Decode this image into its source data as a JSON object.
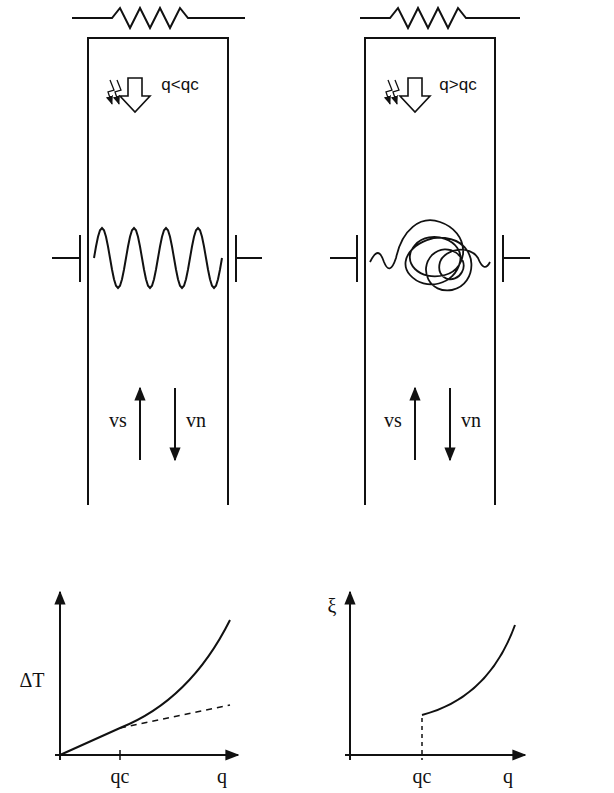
{
  "diagram": {
    "labels": [
      "q<qc",
      "q>qc",
      "vs",
      "vn",
      "vs",
      "vn",
      "ΔT",
      "qc",
      "q",
      "ξ",
      "qc",
      "q"
    ]
  }
}
